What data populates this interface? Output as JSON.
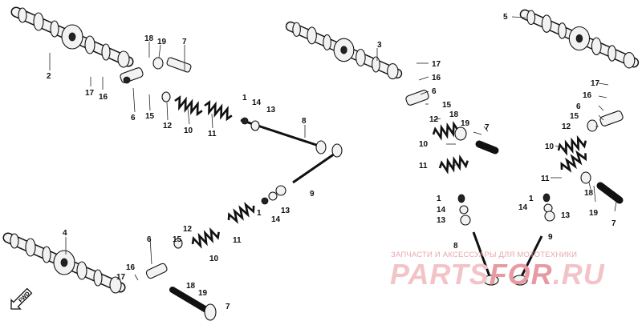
{
  "labels": {
    "l1a": "1",
    "l1b": "1",
    "l1c": "1",
    "l1d": "1",
    "l2": "2",
    "l3": "3",
    "l4": "4",
    "l5": "5",
    "l6a": "6",
    "l6b": "6",
    "l6c": "6",
    "l6d": "6",
    "l7a": "7",
    "l7b": "7",
    "l7c": "7",
    "l7d": "7",
    "l8a": "8",
    "l8b": "8",
    "l9a": "9",
    "l9b": "9",
    "l10a": "10",
    "l10b": "10",
    "l10c": "10",
    "l10d": "10",
    "l11a": "11",
    "l11b": "11",
    "l11c": "11",
    "l11d": "11",
    "l12a": "12",
    "l12b": "12",
    "l12c": "12",
    "l12d": "12",
    "l13a": "13",
    "l13b": "13",
    "l13c": "13",
    "l13d": "13",
    "l14a": "14",
    "l14b": "14",
    "l14c": "14",
    "l14d": "14",
    "l15a": "15",
    "l15b": "15",
    "l15c": "15",
    "l15d": "15",
    "l16a": "16",
    "l16b": "16",
    "l16c": "16",
    "l16d": "16",
    "l17a": "17",
    "l17b": "17",
    "l17c": "17",
    "l17d": "17",
    "l18a": "18",
    "l18b": "18",
    "l18c": "18",
    "l18d": "18",
    "l19a": "19",
    "l19b": "19",
    "l19c": "19",
    "l19d": "19"
  },
  "fwd_label": "FWD",
  "watermark": {
    "tagline": "ЗАПЧАСТИ И АКСЕССУАРЫ ДЛЯ МОТОТЕХНИКИ",
    "brand_a": "PARTS",
    "brand_b": "FOR",
    "brand_c": ".RU"
  }
}
